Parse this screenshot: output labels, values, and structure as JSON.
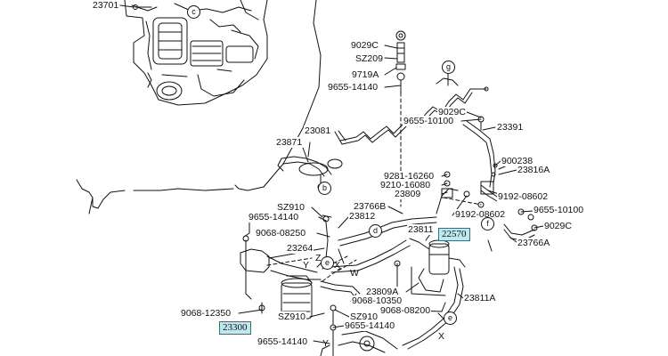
{
  "colors": {
    "line": "#111111",
    "highlight_bg": "#bfe9ef",
    "highlight_border": "#3a6f78"
  },
  "labels": {
    "l23701": "23701",
    "l9029c_a": "9029C",
    "lsz209": "SZ209",
    "l9719a": "9719A",
    "l9655_14140_a": "9655-14140",
    "l9029c_b": "9029C",
    "l9655_10100_a": "9655-10100",
    "l23391": "23391",
    "l23081": "23081",
    "l23871": "23871",
    "l900238": "900238",
    "l23816a": "23816A",
    "l9281_16260": "9281-16260",
    "l9210_16080": "9210-16080",
    "l23809": "23809",
    "l9192_08602_a": "9192-08602",
    "l9192_08602_b": "9192-08602",
    "l9655_10100_b": "9655-10100",
    "l9029c_c": "9029C",
    "l23766a": "23766A",
    "lsz910_a": "SZ910",
    "l23766b": "23766B",
    "l9655_14140_b": "9655-14140",
    "l23812": "23812",
    "l9068_08250": "9068-08250",
    "l23811": "23811",
    "l23264": "23264",
    "l9068_10350": "9068-10350",
    "l23809a": "23809A",
    "l23811a": "23811A",
    "l9068_08200": "9068-08200",
    "l9068_12350": "9068-12350",
    "lsz910_b": "SZ910",
    "lsz910_c": "SZ910",
    "l9655_14140_c": "9655-14140",
    "l9655_14140_d": "9655-14140"
  },
  "hyperlinks": {
    "h22570": "22570",
    "h23300": "23300"
  },
  "callouts": {
    "c": "c",
    "b": "b",
    "d": "d",
    "e1": "e",
    "e2": "e",
    "f": "f",
    "g": "g"
  },
  "axes": {
    "x1": "X",
    "y1": "Y",
    "z1": "Z",
    "w1": "W",
    "x2": "X",
    "y2": "Y"
  }
}
